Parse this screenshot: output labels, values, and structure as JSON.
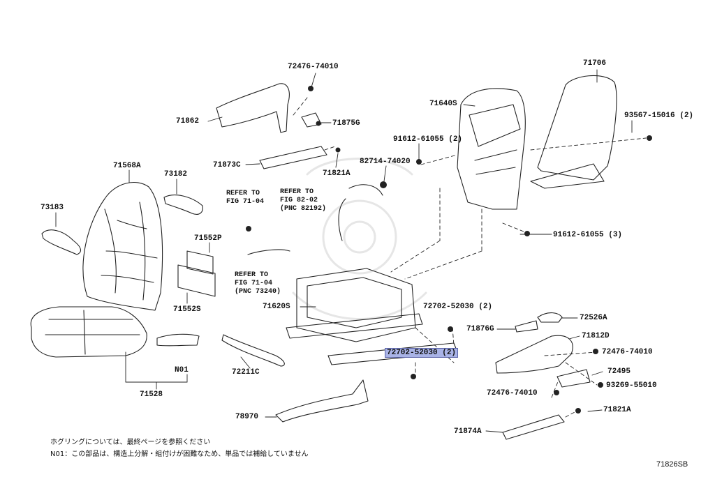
{
  "diagram": {
    "figure_code": "71826SB",
    "notes": [
      "ホグリングについては、最終ページを参照ください",
      "N01：この部品は、構造上分解・組付けが困難なため、単品では補給していません"
    ],
    "references": [
      "REFER TO",
      "FIG 71-04",
      "REFER TO",
      "FIG 82-02",
      "(PNC 82192)",
      "REFER TO",
      "FIG 71-04",
      "(PNC 73240)"
    ],
    "parts": [
      "72476-74010",
      "71862",
      "71875G",
      "71873C",
      "71821A",
      "82714-74020",
      "91612-61055 (2)",
      "71640S",
      "71706",
      "93567-15016 (2)",
      "71568A",
      "73182",
      "73183",
      "71552P",
      "71552S",
      "91612-61055 (3)",
      "71620S",
      "72702-52030 (2)",
      "72702-52030 (2)",
      "72526A",
      "71876G",
      "71812D",
      "72476-74010",
      "72495",
      "93269-55010",
      "72476-74010",
      "71821A",
      "71874A",
      "72211C",
      "N01",
      "71528",
      "78970"
    ],
    "highlight_color": "#a9b3e6"
  }
}
